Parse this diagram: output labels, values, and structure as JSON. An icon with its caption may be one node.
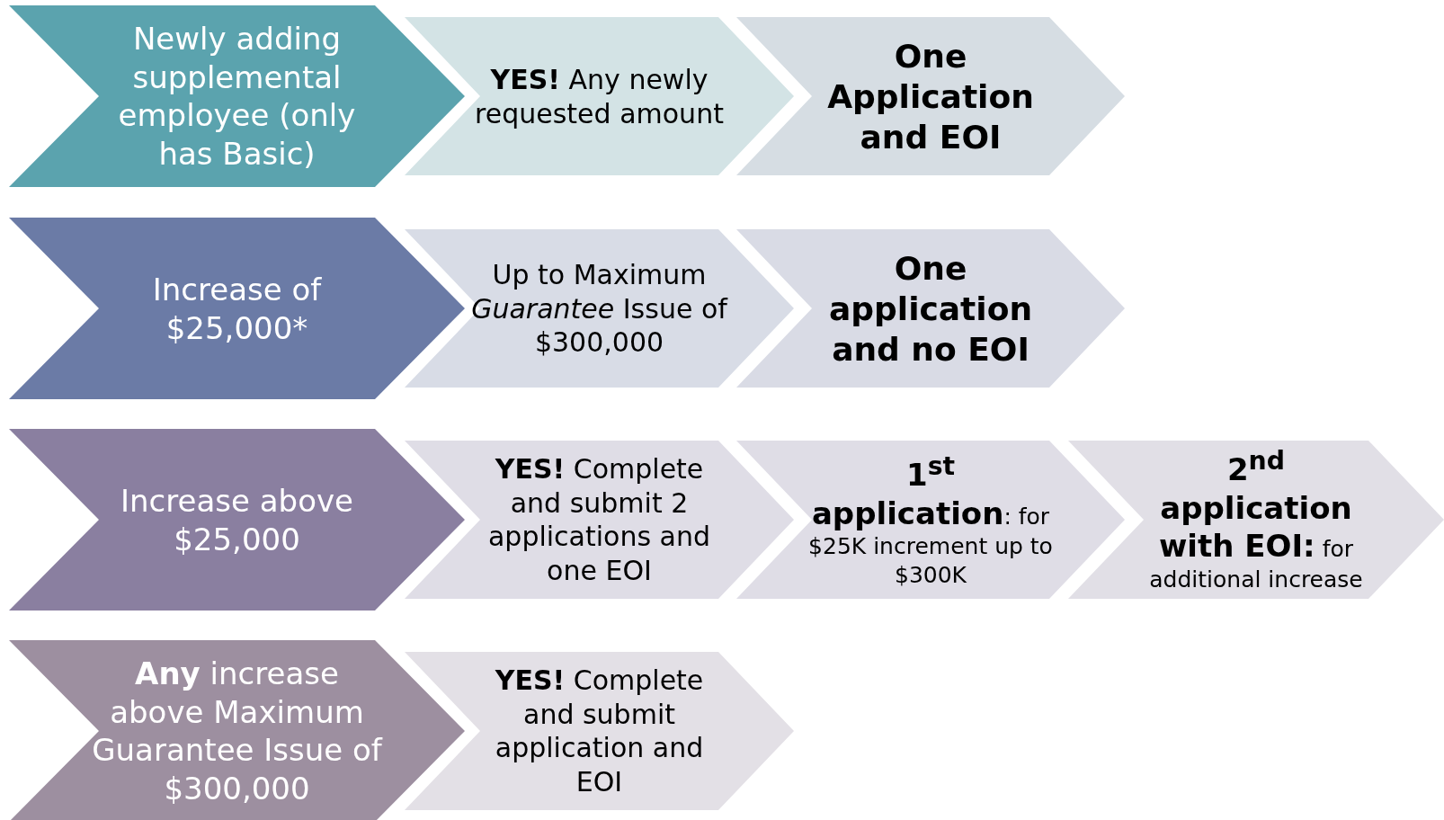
{
  "diagram": {
    "nodes": [
      {
        "text": [
          "Newly adding supplemental employee (only has Basic)"
        ]
      },
      {
        "text": [
          "**YES!** Any newly requested amount"
        ]
      },
      {
        "text": [
          "One Application and EOI"
        ]
      },
      {
        "text": [
          "Increase of $25,000*"
        ]
      },
      {
        "text": [
          "Up to Maximum *Guarantee* Issue of $300,000"
        ]
      },
      {
        "text": [
          "One application and no EOI"
        ]
      },
      {
        "text": [
          "Increase above $25,000"
        ]
      },
      {
        "text": [
          "**YES!** Complete and submit 2 applications and one EOI"
        ]
      },
      {
        "text": [
          "**1$^{st}$ application**: for $25K increment up to $300K"
        ]
      },
      {
        "text": [
          "**2$^{nd}$ application with EOI:** for additional increase"
        ]
      },
      {
        "text": [
          "**Any** increase above Maximum Guarantee Issue of $300,000"
        ]
      },
      {
        "text": [
          "**YES!** Complete and submit application and EOI"
        ]
      }
    ]
  }
}
